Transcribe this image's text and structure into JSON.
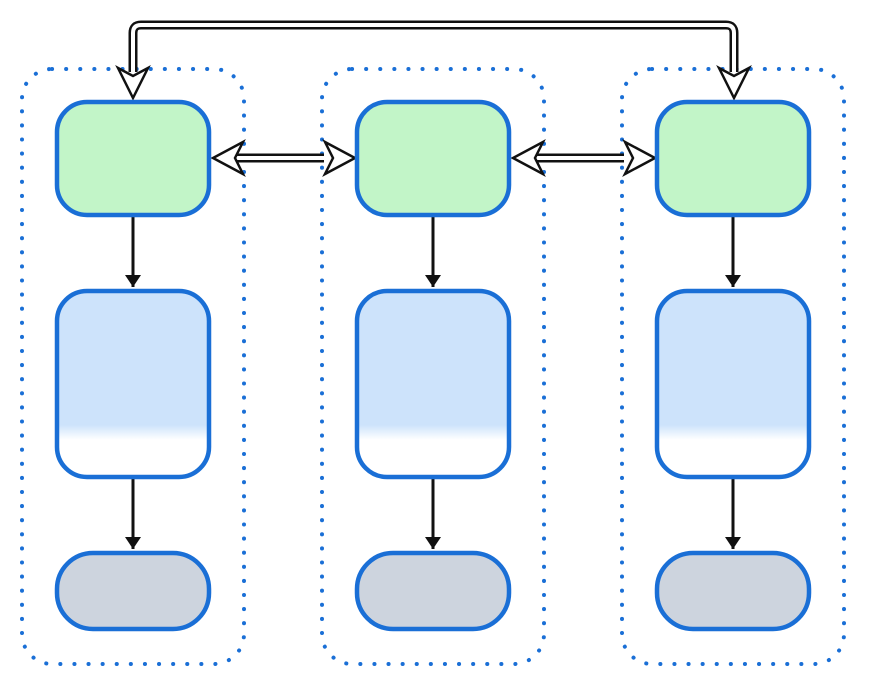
{
  "diagram": {
    "groups": [
      {
        "id": "g1",
        "nodes": [
          "g1-top",
          "g1-mid",
          "g1-bottom"
        ]
      },
      {
        "id": "g2",
        "nodes": [
          "g2-top",
          "g2-mid",
          "g2-bottom"
        ]
      },
      {
        "id": "g3",
        "nodes": [
          "g3-top",
          "g3-mid",
          "g3-bottom"
        ]
      }
    ],
    "edges": [
      {
        "from": "g1-top",
        "to": "g1-mid",
        "style": "solid"
      },
      {
        "from": "g1-mid",
        "to": "g1-bottom",
        "style": "solid"
      },
      {
        "from": "g2-top",
        "to": "g2-mid",
        "style": "solid"
      },
      {
        "from": "g2-mid",
        "to": "g2-bottom",
        "style": "solid"
      },
      {
        "from": "g3-top",
        "to": "g3-mid",
        "style": "solid"
      },
      {
        "from": "g3-mid",
        "to": "g3-bottom",
        "style": "solid"
      },
      {
        "from": "g1-top",
        "to": "g2-top",
        "style": "double",
        "bidirectional": true
      },
      {
        "from": "g2-top",
        "to": "g3-top",
        "style": "double",
        "bidirectional": true
      },
      {
        "from": "g1-top",
        "to": "g3-top",
        "style": "double",
        "bidirectional": true
      }
    ],
    "colors": {
      "border": "#1a6fd6",
      "top_fill": "#c2f5c8",
      "mid_fill_top": "#cde3fb",
      "mid_fill_bottom": "#ffffff",
      "bottom_fill": "#cdd4de",
      "arrow": "#111111"
    }
  }
}
